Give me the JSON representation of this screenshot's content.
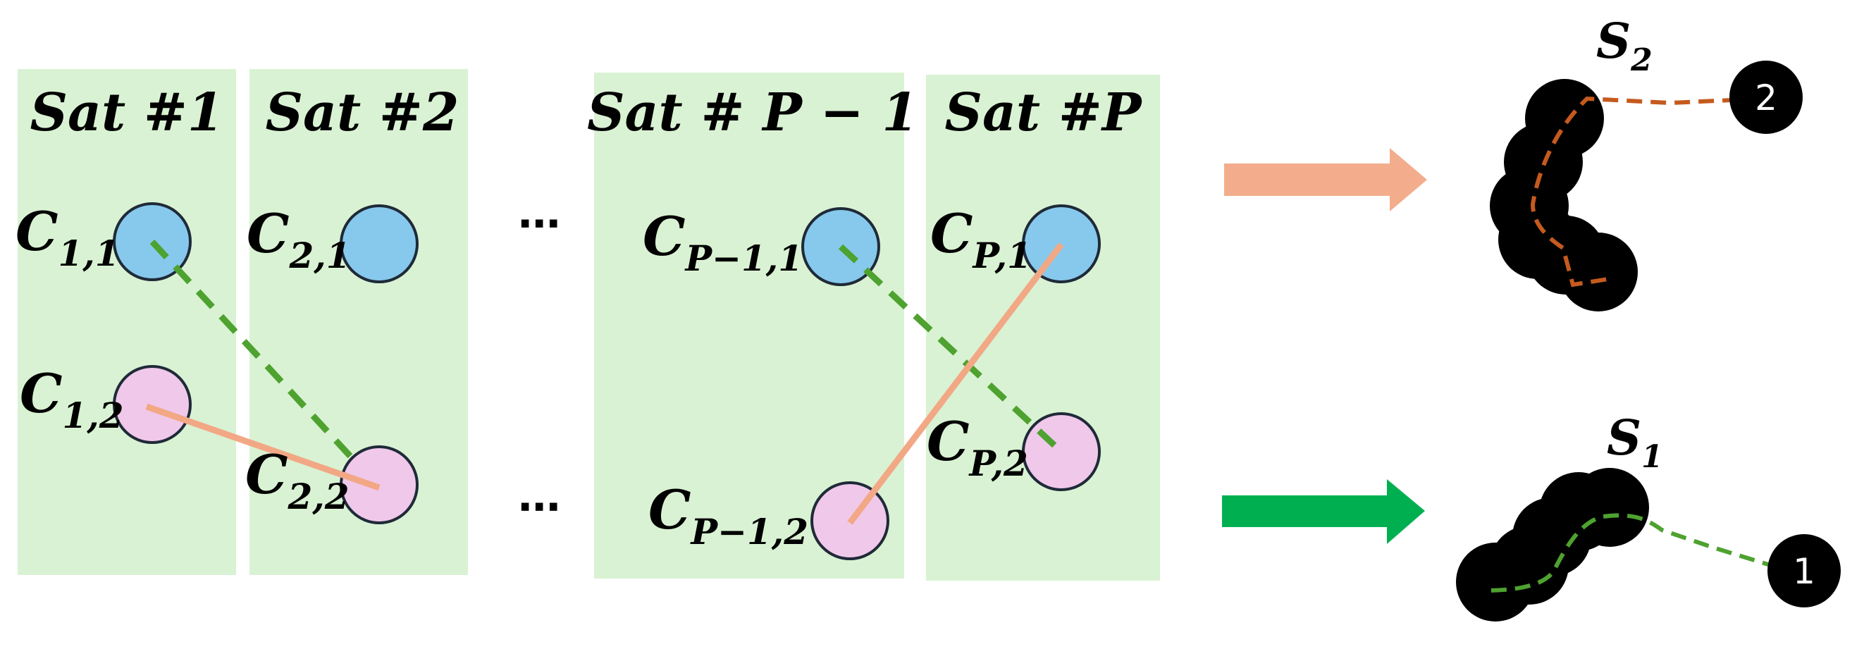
{
  "columns": [
    {
      "label": "Sat #1",
      "top": {
        "main": "C",
        "sub": "1,1"
      },
      "bottom": {
        "main": "C",
        "sub": "1,2"
      }
    },
    {
      "label": "Sat #2",
      "top": {
        "main": "C",
        "sub": "2,1"
      },
      "bottom": {
        "main": "C",
        "sub": "2,2"
      }
    },
    {
      "label": "Sat # P − 1",
      "top": {
        "main": "C",
        "sub": "P−1,1"
      },
      "bottom": {
        "main": "C",
        "sub": "P−1,2"
      }
    },
    {
      "label": "Sat #P",
      "top": {
        "main": "C",
        "sub": "P,1"
      },
      "bottom": {
        "main": "C",
        "sub": "P,2"
      }
    }
  ],
  "ellipsis": "⋯",
  "segments": [
    {
      "main": "S",
      "sub": "2",
      "marker": "2"
    },
    {
      "main": "S",
      "sub": "1",
      "marker": "1"
    }
  ],
  "colors": {
    "panel": "#d9f2d3",
    "top_node": "#86c9ec",
    "bottom_node": "#f0c8ea",
    "green_path": "#4ea22f",
    "orange_path": "#f2a885",
    "orange_arrow": "#f3ad8c",
    "green_arrow": "#00b050",
    "s2_trace": "#c55a1e",
    "s1_trace": "#4ea22f"
  }
}
